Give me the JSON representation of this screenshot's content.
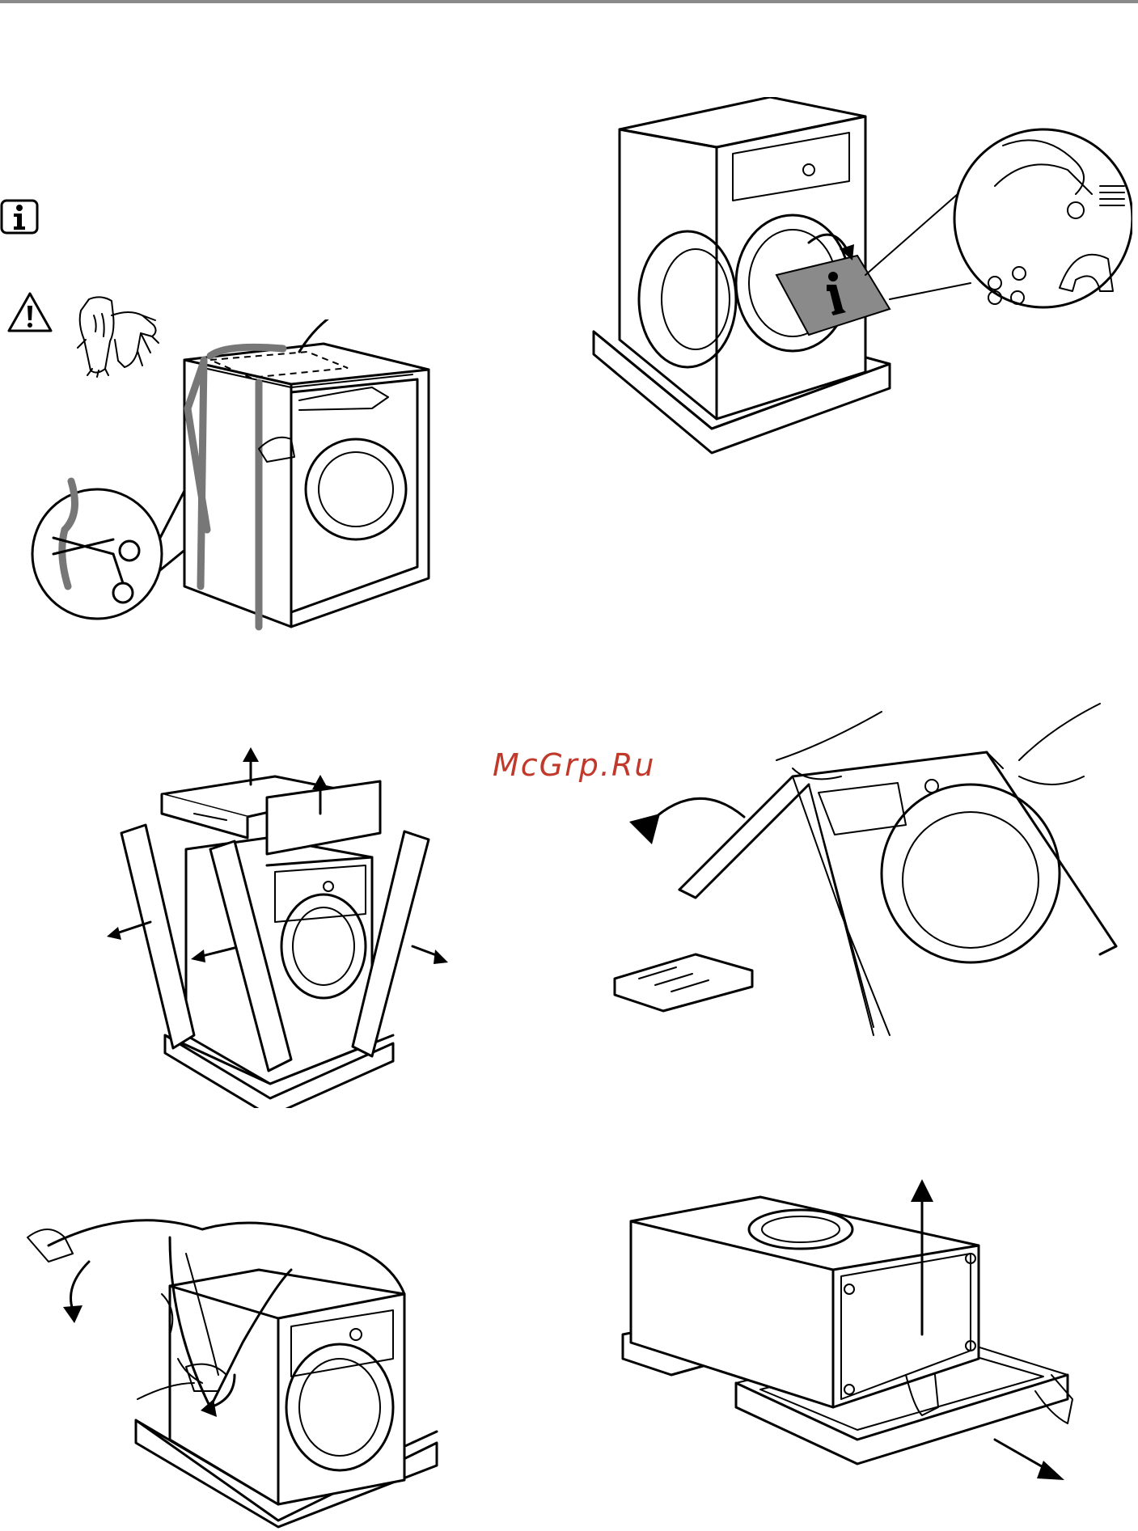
{
  "watermark": "McGrp.Ru",
  "icons": {
    "info": "info-icon",
    "warning": "warning-triangle-icon",
    "gloves": "protective-gloves-icon",
    "scissors": "scissors-icon",
    "info_booklet": "info-booklet-icon"
  },
  "colors": {
    "rule": "#8a8a8a",
    "watermark": "#c0392b",
    "strap": "#777777"
  },
  "steps": [
    "remove-straps-and-top-cover",
    "remove-accessories-and-booklet",
    "remove-polystyrene-and-corner-pieces",
    "tilt-machine-backwards",
    "remove-plastic-cover",
    "lift-machine-off-base"
  ]
}
